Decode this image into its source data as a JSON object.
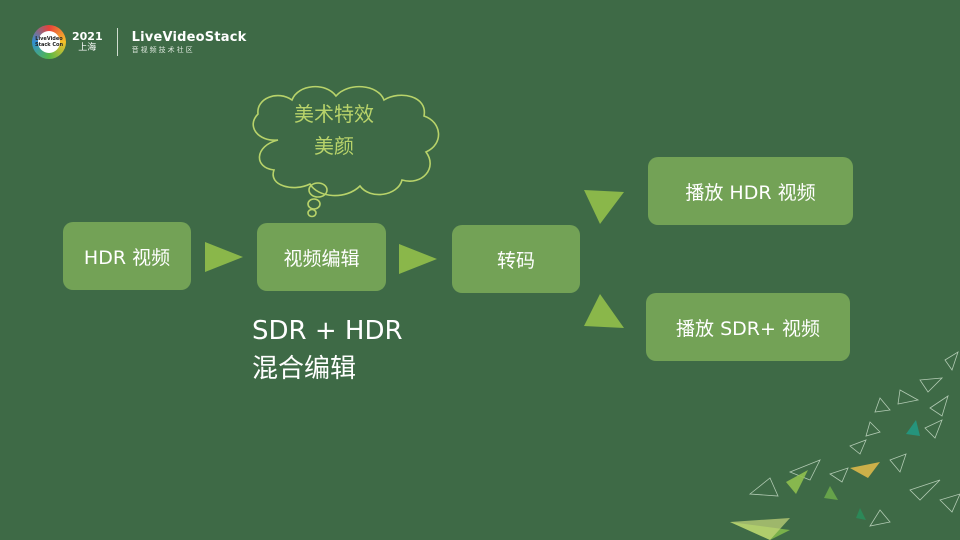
{
  "header": {
    "logo_text": [
      "LiveVideo",
      "Stack Con"
    ],
    "year": "2021",
    "city": "上海",
    "brand_name": "LiveVideoStack",
    "brand_sub": "音视频技术社区"
  },
  "flow": {
    "hdr_video": "HDR 视频",
    "video_edit": "视频编辑",
    "transcode": "转码",
    "play_hdr": "播放 HDR 视频",
    "play_sdr": "播放 SDR+ 视频"
  },
  "thought_bubble": {
    "line1": "美术特效",
    "line2": "美颜"
  },
  "note": {
    "line1": "SDR + HDR",
    "line2": "混合编辑"
  },
  "colors": {
    "background": "#3e6a46",
    "box": "#73a256",
    "arrow": "#8ab74a",
    "bubble_text": "#b8d36a"
  }
}
